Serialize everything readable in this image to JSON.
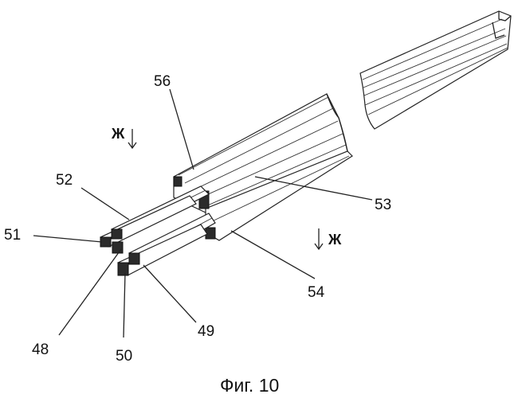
{
  "figure": {
    "caption": "Фиг. 10",
    "section_mark": "Ж",
    "labels": {
      "l48": "48",
      "l49": "49",
      "l50": "50",
      "l51": "51",
      "l52": "52",
      "l53": "53",
      "l54": "54",
      "l56": "56"
    }
  }
}
